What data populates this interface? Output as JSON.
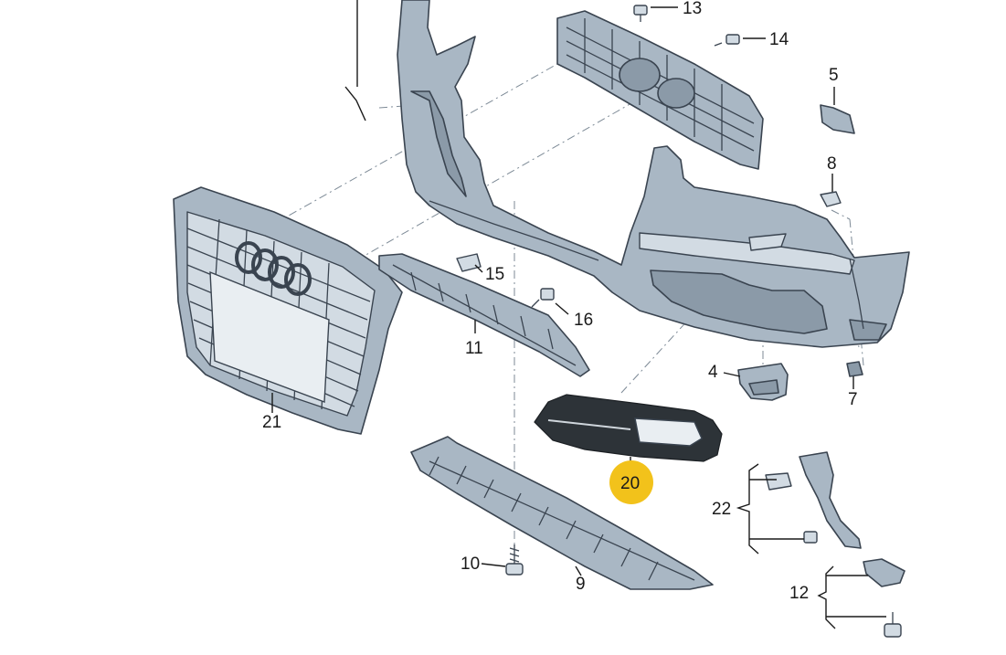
{
  "parts": {
    "p4": "4",
    "p5": "5",
    "p7": "7",
    "p8": "8",
    "p9": "9",
    "p10": "10",
    "p11": "11",
    "p12": "12",
    "p13": "13",
    "p14": "14",
    "p15": "15",
    "p16": "16",
    "p20": "20",
    "p21": "21",
    "p22": "22"
  },
  "colors": {
    "part_fill": "#a9b7c4",
    "outline": "#3a4450",
    "highlight_badge": "#f2c21b",
    "honeycomb": "#2d3338"
  }
}
